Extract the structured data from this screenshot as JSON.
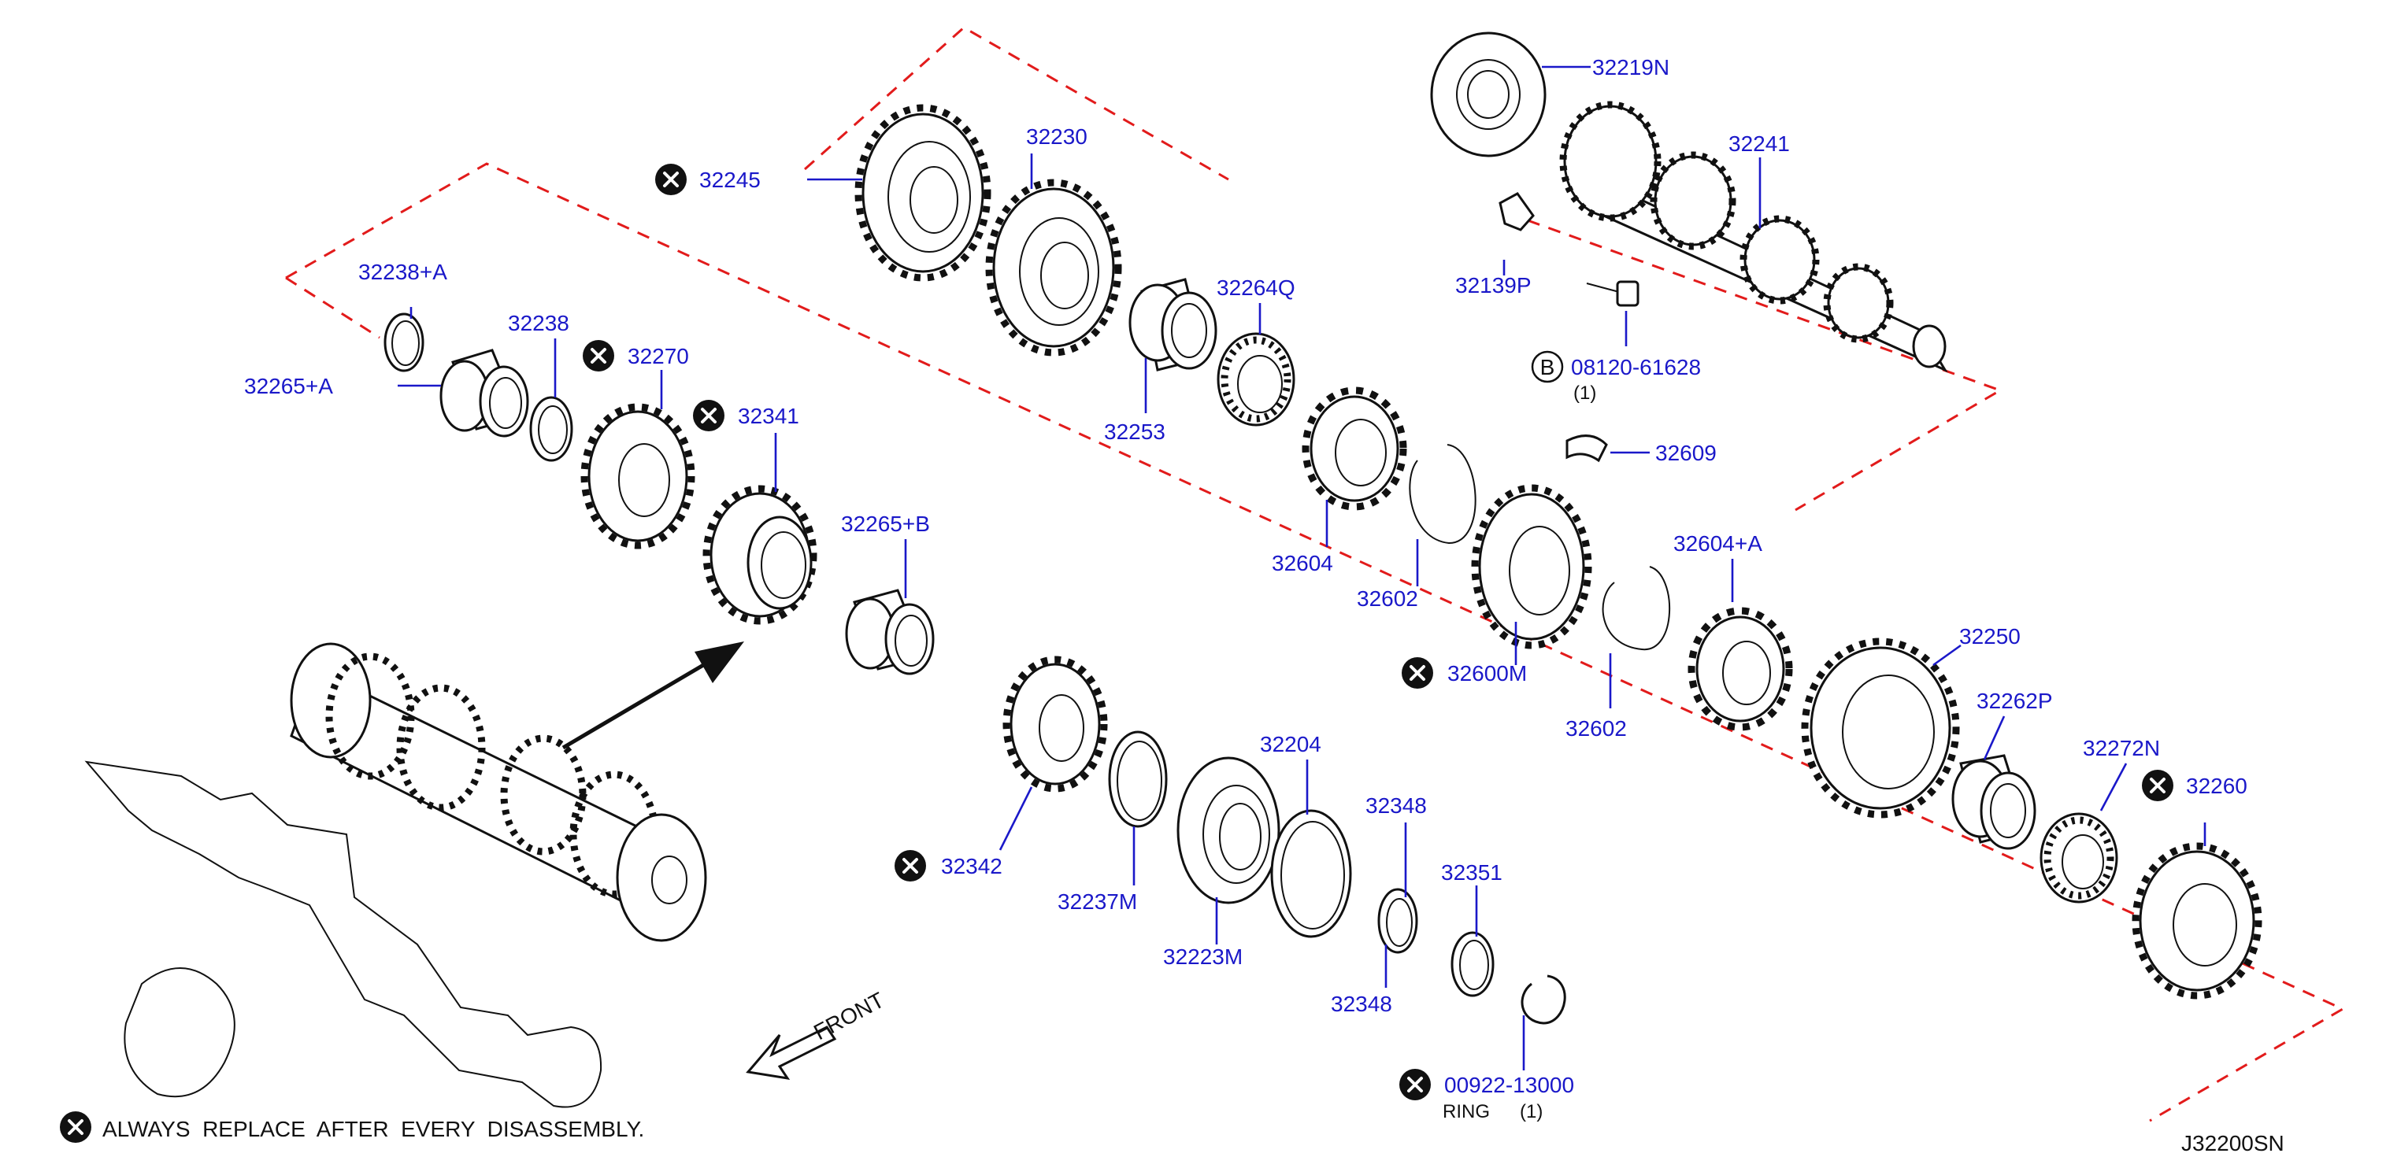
{
  "parts": [
    {
      "key": "p32219N",
      "number": "32219N"
    },
    {
      "key": "p32241",
      "number": "32241"
    },
    {
      "key": "p32230",
      "number": "32230"
    },
    {
      "key": "p32245",
      "number": "32245",
      "replace": true
    },
    {
      "key": "p32238A",
      "number": "32238+A"
    },
    {
      "key": "p32238",
      "number": "32238"
    },
    {
      "key": "p32270",
      "number": "32270",
      "replace": true
    },
    {
      "key": "p32341",
      "number": "32341",
      "replace": true
    },
    {
      "key": "p32265A",
      "number": "32265+A"
    },
    {
      "key": "p32264Q",
      "number": "32264Q"
    },
    {
      "key": "p32139P",
      "number": "32139P"
    },
    {
      "key": "p08120",
      "number": "08120-61628",
      "prefix": "B",
      "qty": "(1)"
    },
    {
      "key": "p32253",
      "number": "32253"
    },
    {
      "key": "p32609",
      "number": "32609"
    },
    {
      "key": "p32265B",
      "number": "32265+B"
    },
    {
      "key": "p32604",
      "number": "32604"
    },
    {
      "key": "p32602a",
      "number": "32602"
    },
    {
      "key": "p32604A",
      "number": "32604+A"
    },
    {
      "key": "p32600M",
      "number": "32600M",
      "replace": true
    },
    {
      "key": "p32250",
      "number": "32250"
    },
    {
      "key": "p32602b",
      "number": "32602"
    },
    {
      "key": "p32262P",
      "number": "32262P"
    },
    {
      "key": "p32204",
      "number": "32204"
    },
    {
      "key": "p32272N",
      "number": "32272N"
    },
    {
      "key": "p32260",
      "number": "32260",
      "replace": true
    },
    {
      "key": "p32348a",
      "number": "32348"
    },
    {
      "key": "p32342",
      "number": "32342",
      "replace": true
    },
    {
      "key": "p32351",
      "number": "32351"
    },
    {
      "key": "p32237M",
      "number": "32237M"
    },
    {
      "key": "p32223M",
      "number": "32223M"
    },
    {
      "key": "p32348b",
      "number": "32348"
    },
    {
      "key": "p00922",
      "number": "00922-13000",
      "replace": true,
      "note": "RING",
      "qty": "(1)"
    }
  ],
  "front_label": "FRONT",
  "legend_text": "ALWAYS  REPLACE  AFTER  EVERY  DISASSEMBLY.",
  "diagram_code": "J32200SN",
  "colors": {
    "label": "#1a18c9",
    "outline": "#e21b1b",
    "line": "#111111"
  }
}
